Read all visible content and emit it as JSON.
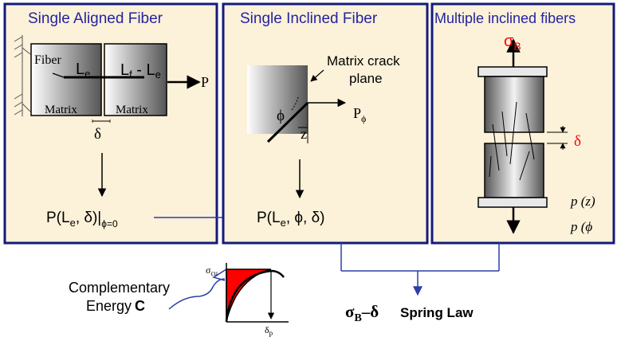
{
  "panels": {
    "aligned": {
      "title": "Single Aligned Fiber",
      "fiber_label": "Fiber",
      "le_main": "L",
      "le_sub": "e",
      "lf_main": "L",
      "lf_sub": "f",
      "lf_mid": " - L",
      "lf_sub2": "e",
      "matrix_left": "Matrix",
      "matrix_right": "Matrix",
      "delta": "δ",
      "load": "P",
      "result_pre": "P(L",
      "result_sub": "e",
      "result_post": ", δ)|",
      "result_cond": "ϕ=0"
    },
    "inclined": {
      "title": "Single Inclined Fiber",
      "crack_line1": "Matrix crack",
      "crack_line2": "plane",
      "phi": "ϕ",
      "z": "z",
      "load_main": "P",
      "load_sub": "ϕ",
      "result_pre": "P(L",
      "result_sub": "e",
      "result_post": ", ϕ, δ)"
    },
    "multiple": {
      "title": "Multiple inclined fibers",
      "sigma_main": "σ",
      "sigma_sub": "B",
      "delta": "δ",
      "pz": "p (z)",
      "pphi": "p (ϕ"
    }
  },
  "bottom": {
    "energy_line1": "Complementary",
    "energy_line2": "Energy",
    "energy_symbol": "C",
    "curve_sigma": "σ",
    "curve_sigma_sub": "cu",
    "curve_delta": "δ",
    "curve_delta_sub": "p",
    "law_sigma": "σ",
    "law_sigma_sub": "B",
    "law_dash": "–δ",
    "law_text": "Spring Law"
  },
  "colors": {
    "panel_fill": "#FCF1D9",
    "border": "#141B7A",
    "title_text": "#2424A0",
    "red": "#FF0000",
    "blue_line": "#2A3FA8"
  }
}
